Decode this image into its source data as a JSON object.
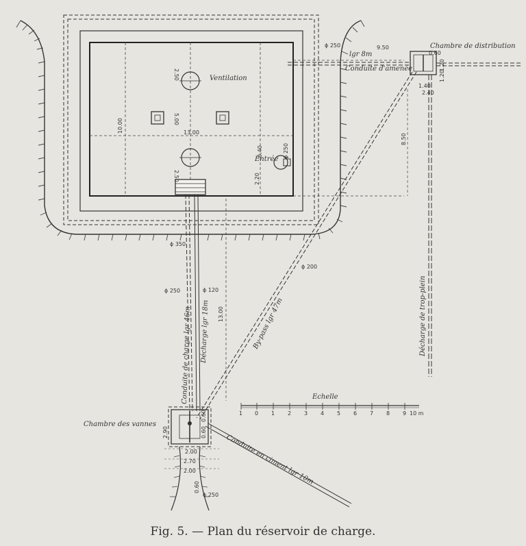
{
  "caption": "Fig. 5. — Plan du réservoir de charge.",
  "labels": {
    "ventilation": "Ventilation",
    "entree": "Entrée",
    "chambre_distribution": "Chambre de distribution",
    "conduite_amenee": "Conduite d'amenée",
    "lg_a": "lgr 8m",
    "chambre_vannes": "Chambre des vannes",
    "conduite_charge": "Conduite de charge lgr 46m",
    "decharge_lg": "Décharge lgr 18m",
    "by_pass": "By-pass lgr 47m",
    "decharge_trop_plein": "Décharge de trop-plein",
    "conduite_ciment": "Conduite en ciment lgr 10m",
    "echelle": "Echelle"
  },
  "dims": {
    "d1": "2.50",
    "d2": "10.00",
    "d3": "5.00",
    "d4": "13.00",
    "d5": "2.50",
    "d6": "2.20",
    "d7": "9.50",
    "d8": "0.60",
    "d9": "1.20",
    "d10": "1.40",
    "d11": "2.40",
    "d12": "8.50",
    "d13": "13.00",
    "d14": "2.90",
    "d15": "2.00",
    "d16": "0.60",
    "d17": "0.60",
    "d18": "0.60",
    "d19": "0.40",
    "d20": "2.70",
    "d21": "2.00",
    "d22": "1.20",
    "phi350": "ϕ 350",
    "phi250": "ϕ 250",
    "phi120": "ϕ 120",
    "phi200": "ϕ 200",
    "phi250b": "ϕ 250",
    "phi250c": "ϕ 250",
    "phi250d": "ϕ 250"
  },
  "scale": {
    "ticks": [
      "1",
      "0",
      "1",
      "2",
      "3",
      "4",
      "5",
      "6",
      "7",
      "8",
      "9",
      "10 m"
    ]
  }
}
